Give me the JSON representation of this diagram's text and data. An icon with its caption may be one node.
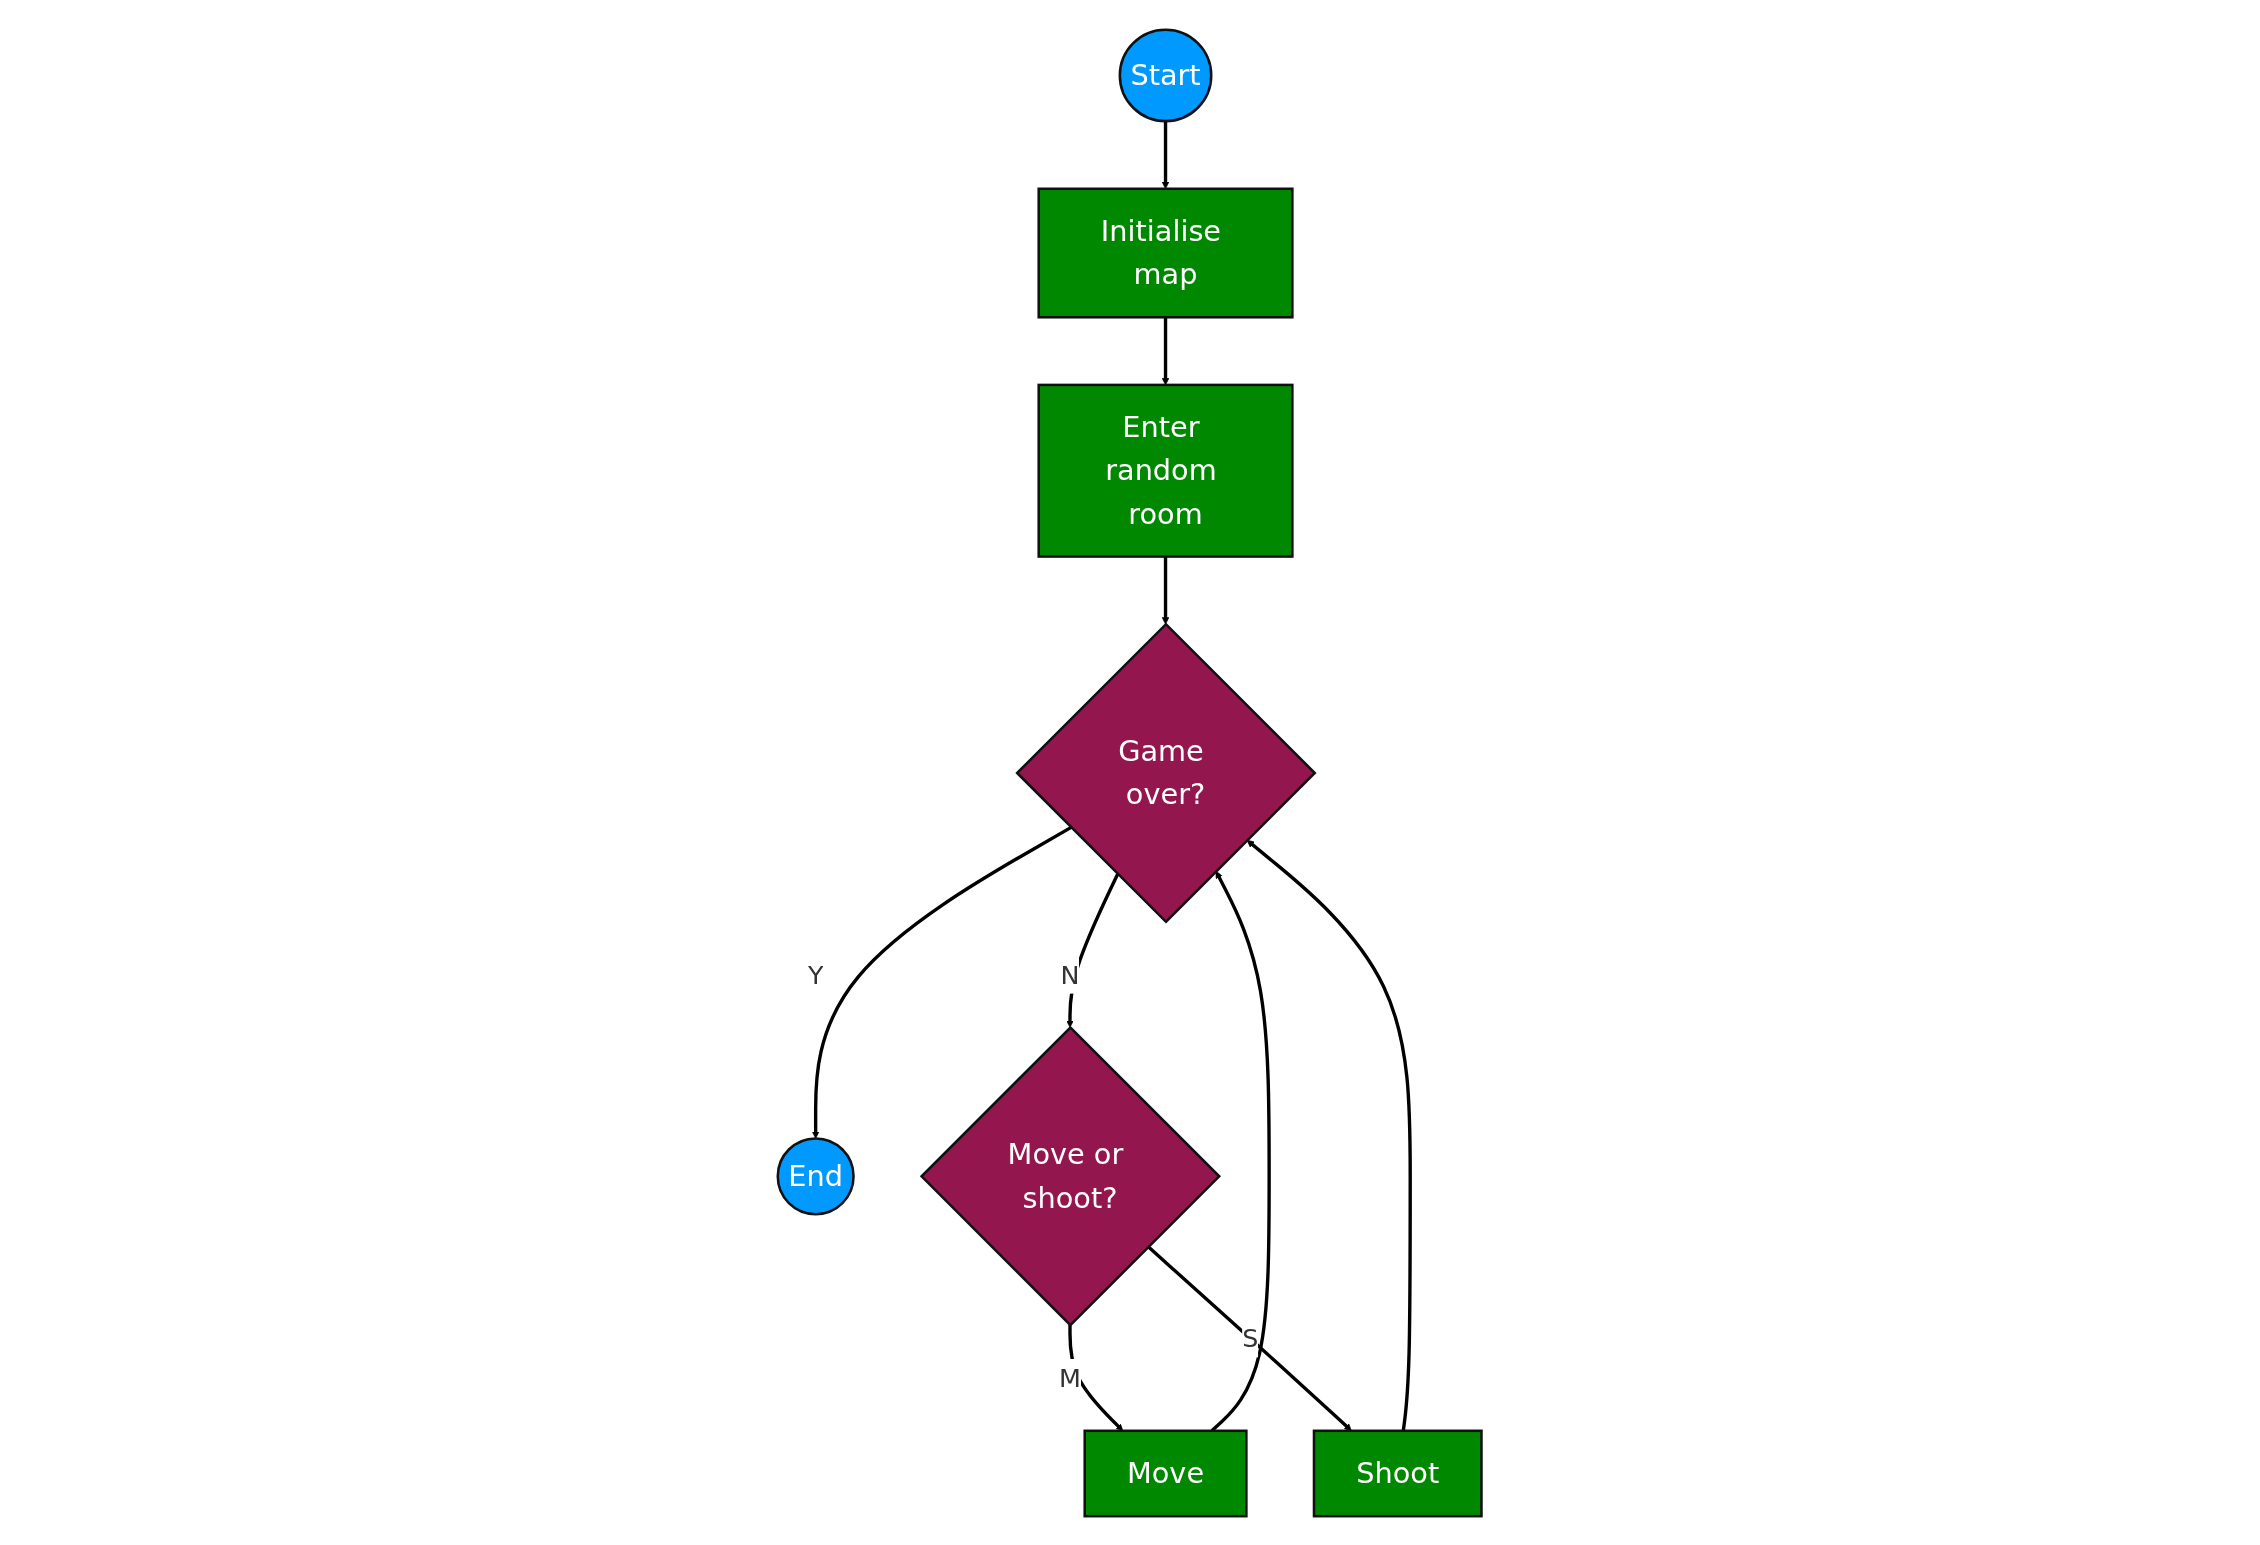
{
  "diagram": {
    "nodes": [
      {
        "text": [
          "Start"
        ]
      },
      {
        "text": [
          "Initialise map"
        ]
      },
      {
        "text": [
          "Enter random room"
        ]
      },
      {
        "text": [
          "Game over?"
        ]
      },
      {
        "text": [
          "End"
        ]
      },
      {
        "text": [
          "Move or shoot?"
        ]
      },
      {
        "text": [
          "Move"
        ]
      },
      {
        "text": [
          "Shoot"
        ]
      }
    ],
    "edges": [
      {
        "from": 0,
        "to": 1,
        "arrow": "to"
      },
      {
        "from": 1,
        "to": 2,
        "arrow": "to"
      },
      {
        "from": 2,
        "to": 3,
        "arrow": "to"
      },
      {
        "from": 3,
        "to": 4,
        "arrow": "to",
        "label": "Y"
      },
      {
        "from": 3,
        "to": 5,
        "arrow": "to",
        "label": "N"
      },
      {
        "from": 5,
        "to": 6,
        "arrow": "to",
        "label": "M"
      },
      {
        "from": 5,
        "to": 7,
        "arrow": "to",
        "label": "S"
      },
      {
        "from": 6,
        "to": 3,
        "arrow": "to"
      },
      {
        "from": 7,
        "to": 3,
        "arrow": "to"
      }
    ]
  }
}
